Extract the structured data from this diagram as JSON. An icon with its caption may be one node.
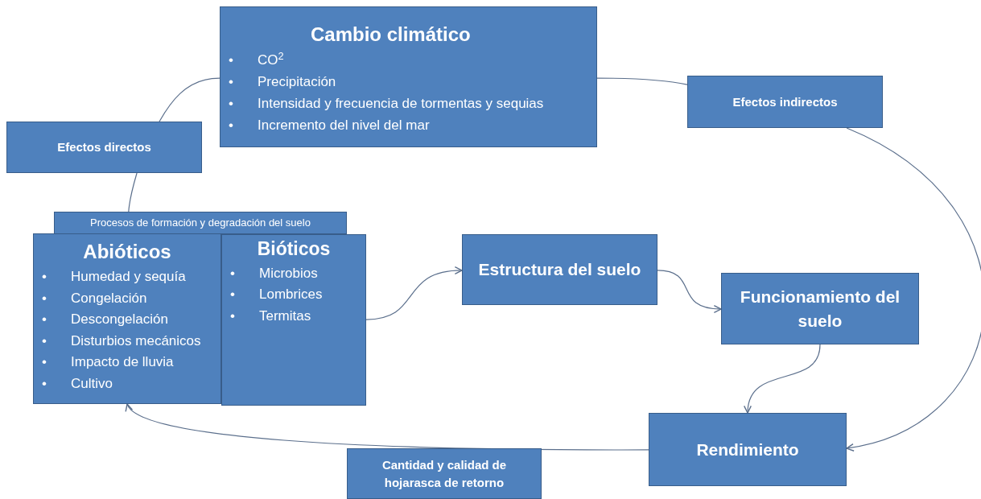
{
  "diagram": {
    "nodes": [
      {
        "text": [
          "Cambio climático",
          "•",
          "CO$^{2}$",
          "•",
          "Precipitación",
          "•",
          "Intensidad y frecuencia  de tormentas y sequias",
          "•",
          "Incremento del nivel del mar"
        ]
      },
      {
        "text": [
          "Efectos directos"
        ]
      },
      {
        "text": [
          "Efectos indirectos"
        ]
      },
      {
        "text": [
          "Procesos de formación y degradación  del suelo"
        ]
      },
      {
        "text": [
          "Abióticos",
          "•",
          "Humedad y sequía",
          "•",
          "Congelación",
          "•",
          "Descongelación",
          "•",
          "Disturbios mecánicos",
          "•",
          "Impacto de lluvia",
          "•",
          "Cultivo"
        ]
      },
      {
        "text": [
          "Bióticos",
          "•",
          "Microbios",
          "•",
          "Lombrices",
          "•",
          "Termitas"
        ]
      },
      {
        "text": [
          "Estructura del suelo"
        ]
      },
      {
        "text": [
          "Funcionamiento del suelo"
        ]
      },
      {
        "text": [
          "Rendimiento"
        ]
      },
      {
        "text": [
          "Cantidad y calidad de hojarasca de retorno"
        ]
      }
    ],
    "edges": [
      {
        "from": 0,
        "to": 1,
        "arrow": "none"
      },
      {
        "from": 1,
        "to": 3,
        "arrow": "none"
      },
      {
        "from": 0,
        "to": 2,
        "arrow": "none"
      },
      {
        "from": 2,
        "to": 8,
        "arrow": "to"
      },
      {
        "from": 5,
        "to": 6,
        "arrow": "to"
      },
      {
        "from": 6,
        "to": 7,
        "arrow": "to"
      },
      {
        "from": 7,
        "to": 8,
        "arrow": "to"
      },
      {
        "from": 8,
        "to": 4,
        "arrow": "to"
      }
    ]
  }
}
